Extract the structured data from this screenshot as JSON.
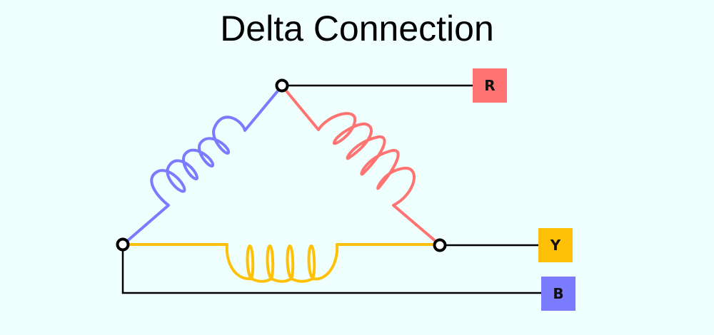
{
  "title": "Delta Connection",
  "colors": {
    "background": "#effffd",
    "phase_r": "#ff7373",
    "phase_y": "#ffc107",
    "phase_b": "#7b7bff",
    "wire": "#000000"
  },
  "terminals": [
    {
      "id": "top",
      "connects_to": "R"
    },
    {
      "id": "right",
      "connects_to": "Y"
    },
    {
      "id": "left",
      "connects_to": "B"
    }
  ],
  "windings": [
    {
      "id": "winding-blue",
      "between": [
        "left",
        "top"
      ],
      "color": "#7b7bff"
    },
    {
      "id": "winding-red",
      "between": [
        "top",
        "right"
      ],
      "color": "#ff7373"
    },
    {
      "id": "winding-yellow",
      "between": [
        "left",
        "right"
      ],
      "color": "#ffc107"
    }
  ],
  "phases": {
    "r": {
      "label": "R",
      "color": "#ff7373"
    },
    "y": {
      "label": "Y",
      "color": "#ffc107"
    },
    "b": {
      "label": "B",
      "color": "#7b7bff"
    }
  }
}
